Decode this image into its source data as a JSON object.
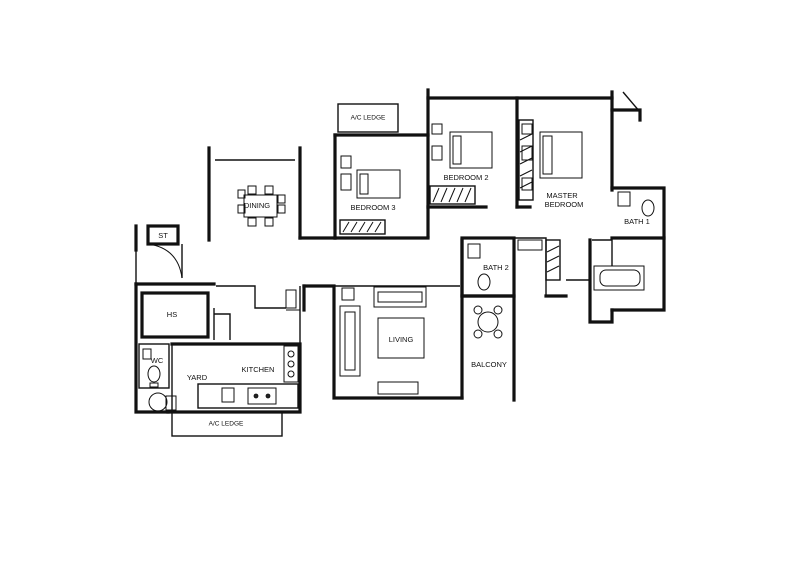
{
  "rooms": {
    "ac_ledge_top": "A/C LEDGE",
    "bedroom2": "BEDROOM 2",
    "bedroom3": "BEDROOM 3",
    "master_bedroom_1": "MASTER",
    "master_bedroom_2": "BEDROOM",
    "dining": "DINING",
    "st": "ST",
    "bath1": "BATH 1",
    "bath2": "BATH 2",
    "hs": "HS",
    "wc": "WC",
    "yard": "YARD",
    "kitchen": "KITCHEN",
    "living": "LIVING",
    "balcony": "BALCONY",
    "ac_ledge_bottom": "A/C LEDGE"
  }
}
